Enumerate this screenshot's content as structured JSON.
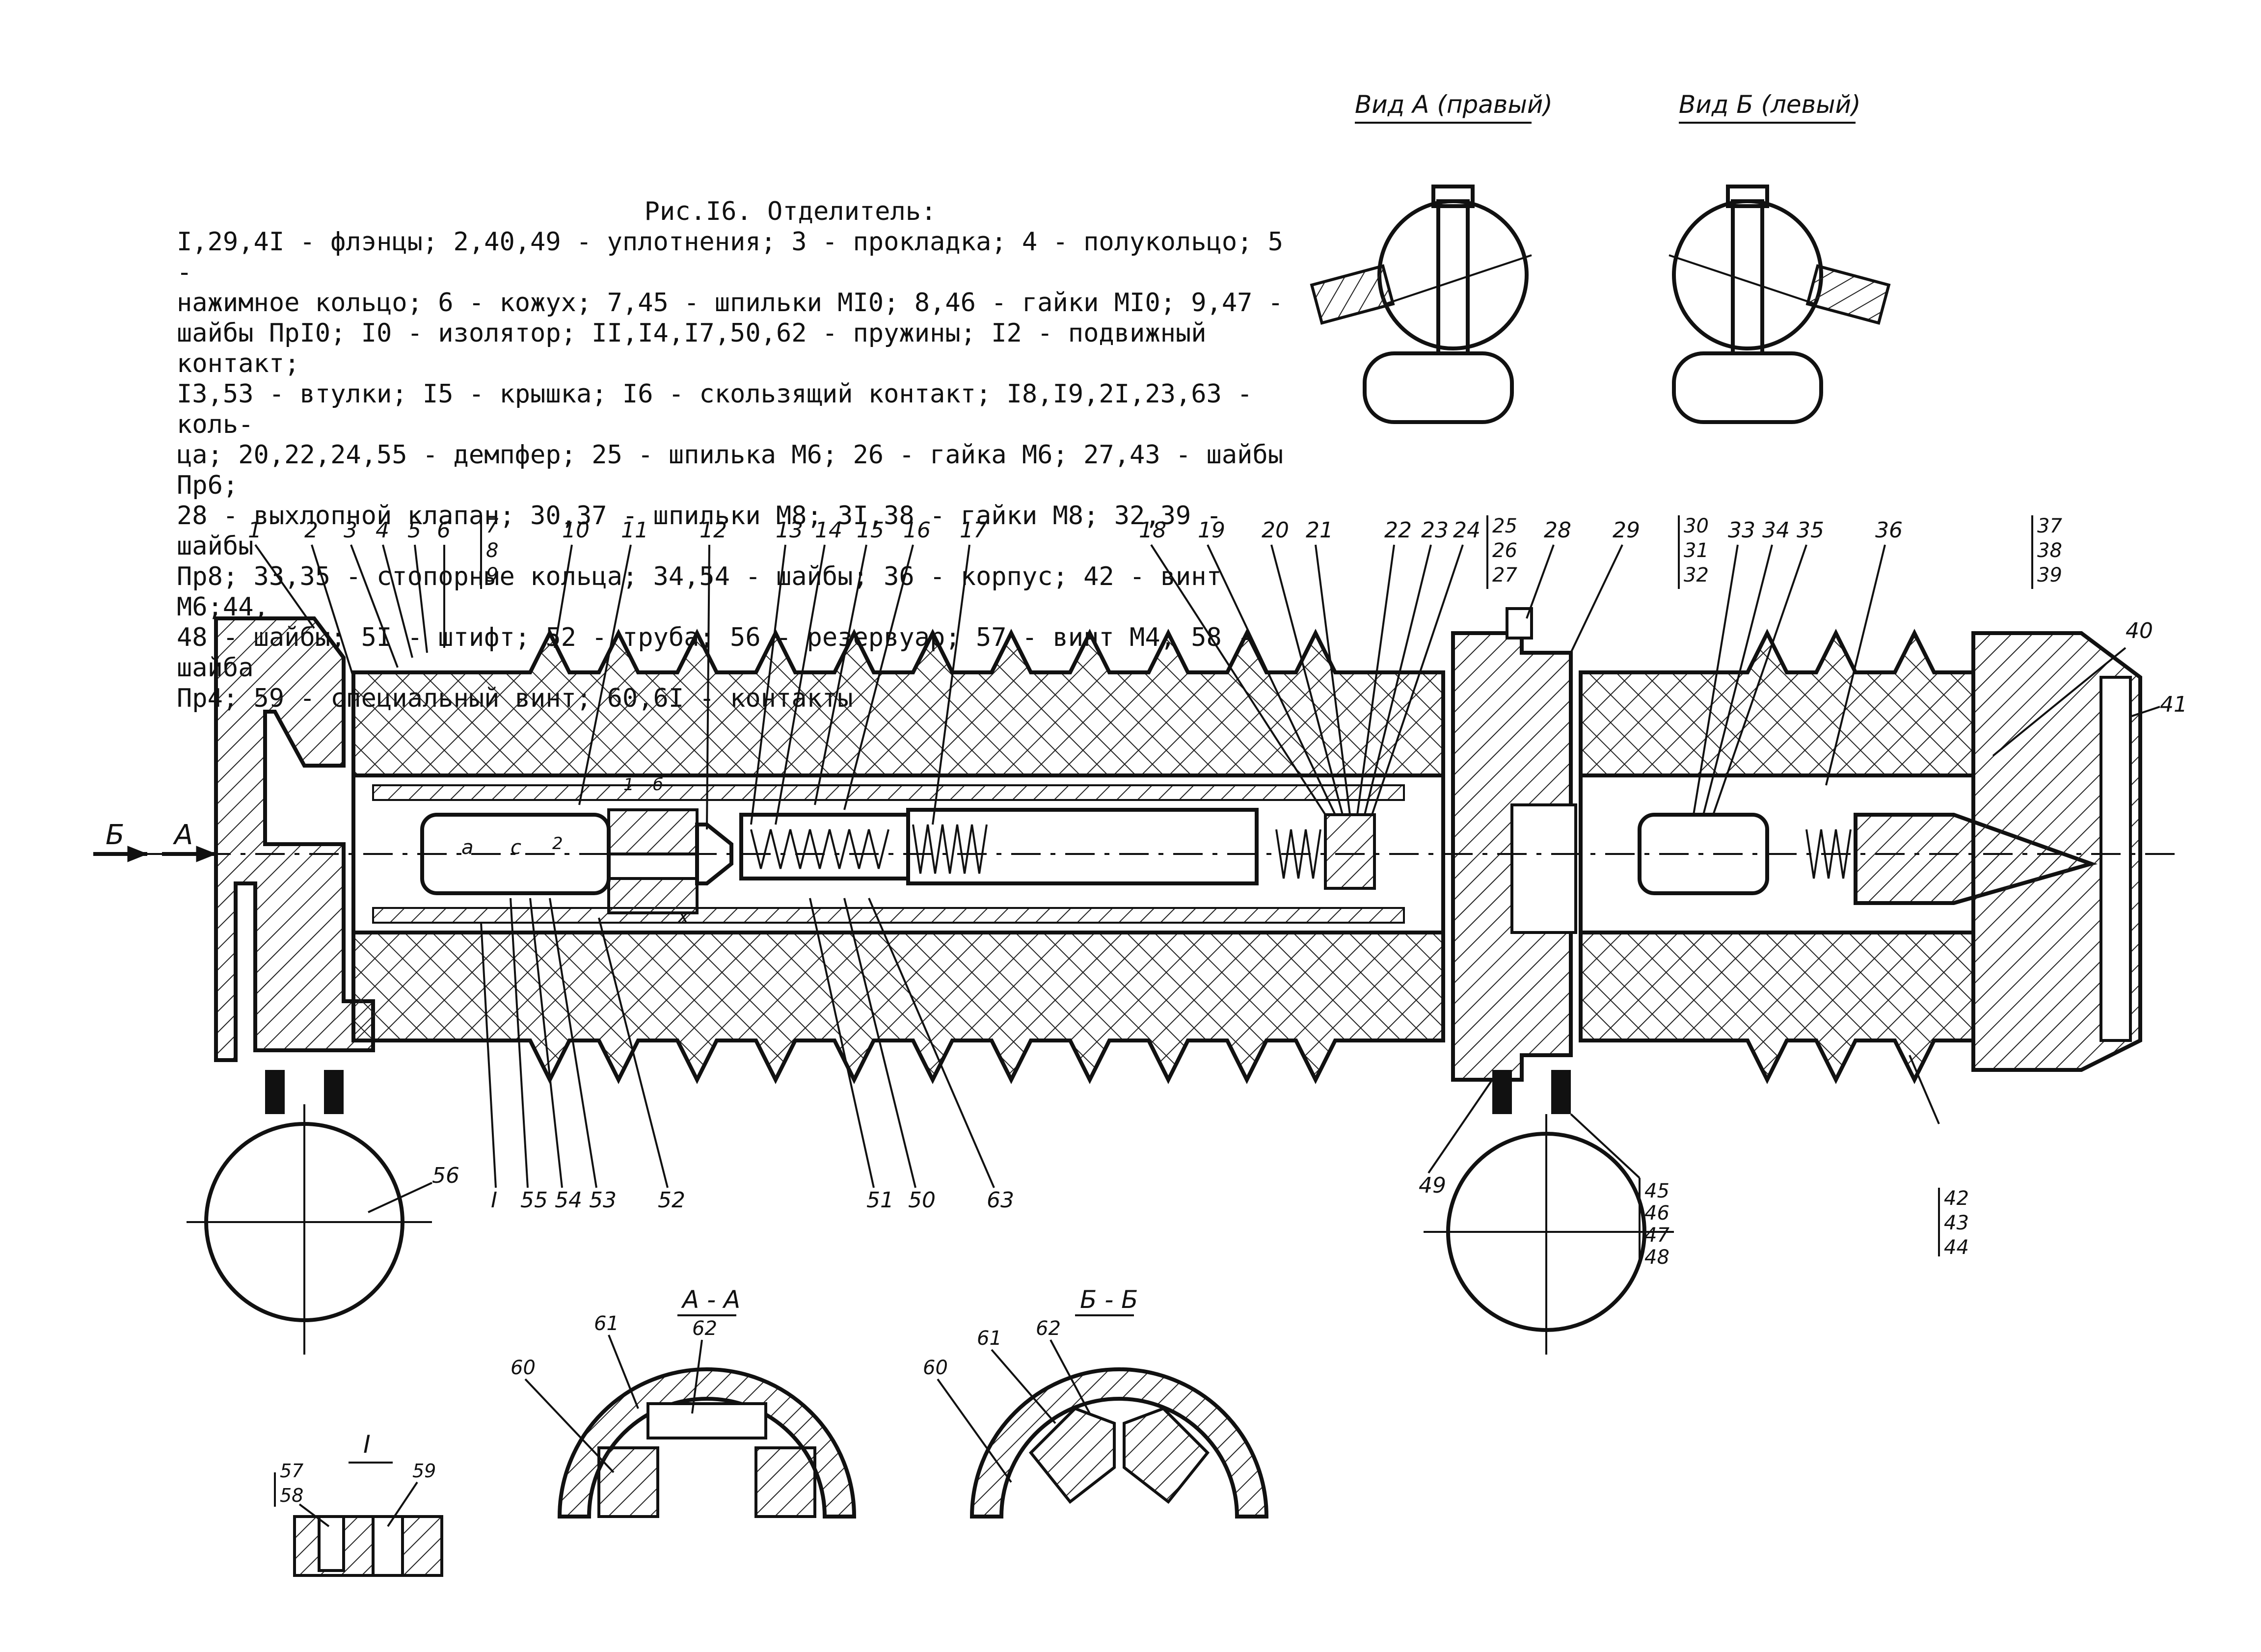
{
  "caption": {
    "title": "Рис.I6. Отделитель:",
    "lines": [
      "I,29,4I - флэнцы; 2,40,49 - уплотнения; 3 - прокладка; 4 - полукольцо; 5 -",
      "нажимное кольцо; 6 - кожух; 7,45 - шпильки MI0; 8,46 - гайки MI0; 9,47 -",
      "шайбы ПрI0; I0 - изолятор; II,I4,I7,50,62 - пружины; I2 - подвижный контакт;",
      "I3,53 - втулки; I5 - крышка; I6 - скользящий контакт; I8,I9,2I,23,63 - коль-",
      "ца; 20,22,24,55 - демпфер; 25 - шпилька M6; 26 - гайка M6; 27,43 - шайбы Пр6;",
      "28 - выхлопной клапан; 30,37 - шпильки M8; 3I,38 - гайки M8; 32,39 - шайбы",
      "Пр8; 33,35 - стопорные кольца; 34,54 - шайбы; 36 - корпус; 42 - винт M6;44,",
      "48 - шайбы; 5I - штифт; 52 - труба; 56 - резервуар; 57 - винт M4; 58 - шайба",
      "Пр4; 59 - специальный винт; 60,6I - контакты"
    ]
  },
  "views": {
    "view_a": "Вид А (правый)",
    "view_b": "Вид Б (левый)",
    "section_aa": "А - А",
    "section_bb": "Б - Б",
    "detail_i": "I"
  },
  "arrows": {
    "b": "Б",
    "a": "А"
  },
  "dims": {
    "a": "a",
    "c": "c",
    "x": "x",
    "one": "1",
    "two": "2",
    "six": "б"
  },
  "top_labels": [
    "1",
    "2",
    "3",
    "4",
    "5",
    "6",
    "10",
    "11",
    "12",
    "13",
    "14",
    "15",
    "16",
    "17",
    "18",
    "19",
    "20",
    "21",
    "22",
    "23",
    "24",
    "28",
    "29",
    "33",
    "34",
    "35",
    "36",
    "40",
    "41"
  ],
  "stacks": {
    "s7": [
      "7",
      "8",
      "9"
    ],
    "s25": [
      "25",
      "26",
      "27"
    ],
    "s30": [
      "30",
      "31",
      "32"
    ],
    "s37": [
      "37",
      "38",
      "39"
    ],
    "s42": [
      "42",
      "43",
      "44"
    ],
    "s45": [
      "45",
      "46",
      "47",
      "48"
    ],
    "s57": [
      "57",
      "58"
    ]
  },
  "bottom_labels": [
    "I",
    "55",
    "54",
    "53",
    "52",
    "51",
    "50",
    "63",
    "49",
    "56"
  ],
  "section_labels": [
    "60",
    "61",
    "62",
    "60",
    "61",
    "62",
    "59"
  ]
}
